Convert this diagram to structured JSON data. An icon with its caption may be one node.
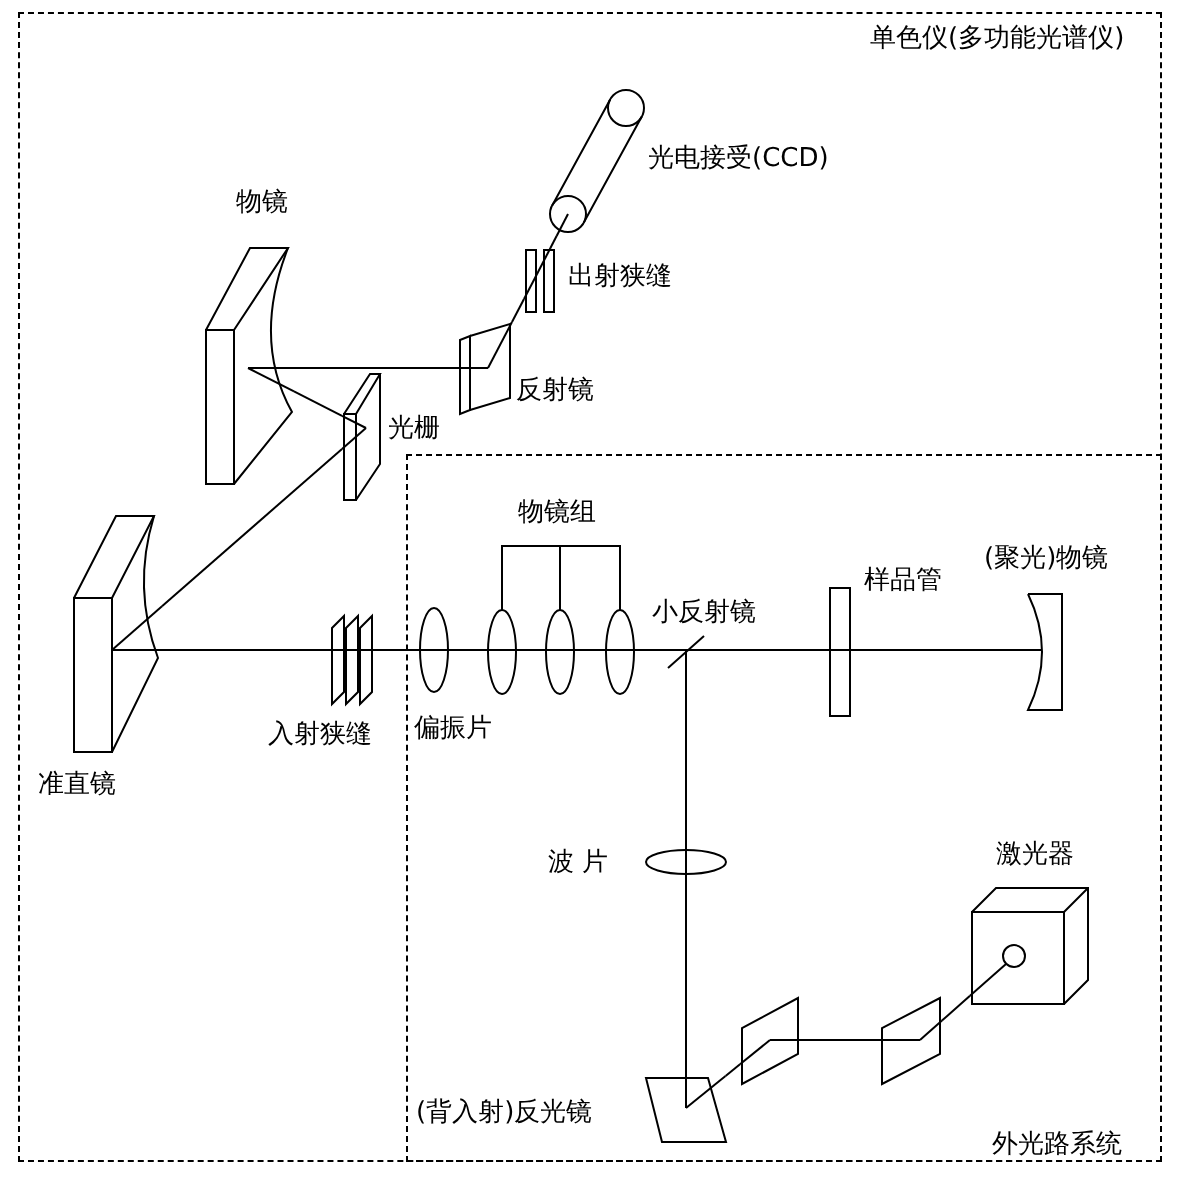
{
  "diagram": {
    "nodes": [
      {
        "text": [
          "单色仪(多功能光谱仪)"
        ]
      },
      {
        "text": [
          "光电接受(CCD)"
        ],
        "in": 0
      },
      {
        "text": [
          "物镜"
        ],
        "in": 0
      },
      {
        "text": [
          "出射狭缝"
        ],
        "in": 0
      },
      {
        "text": [
          "反射镜"
        ],
        "in": 0
      },
      {
        "text": [
          "光栅"
        ],
        "in": 0
      },
      {
        "text": [
          "外光路系统"
        ],
        "in": 0
      },
      {
        "text": [
          "物镜组"
        ],
        "in": 6
      },
      {
        "text": [
          "(聚光)物镜"
        ],
        "in": 6
      },
      {
        "text": [
          "样品管"
        ],
        "in": 6
      },
      {
        "text": [
          "小反射镜"
        ],
        "in": 6
      },
      {
        "text": [
          "准直镜"
        ],
        "in": 0
      },
      {
        "text": [
          "入射狭缝"
        ],
        "in": 0
      },
      {
        "text": [
          "偏振片"
        ],
        "in": 6
      },
      {
        "text": [
          "波 片"
        ],
        "in": 6
      },
      {
        "text": [
          "激光器"
        ],
        "in": 6
      },
      {
        "text": [],
        "shape": "parallelogram",
        "in": 6
      },
      {
        "text": [],
        "shape": "parallelogram",
        "in": 6
      },
      {
        "text": [
          "(背入射)反光镜"
        ],
        "in": 6
      }
    ],
    "edges": [
      {
        "from": 15,
        "to": 17,
        "arrow": "none"
      },
      {
        "from": 17,
        "to": 16,
        "arrow": "none"
      },
      {
        "from": 16,
        "to": 18,
        "arrow": "none"
      },
      {
        "from": 18,
        "to": 14,
        "arrow": "none"
      },
      {
        "from": 14,
        "to": 10,
        "arrow": "none"
      },
      {
        "from": 10,
        "to": 9,
        "arrow": "none"
      },
      {
        "from": 9,
        "to": 8,
        "arrow": "none"
      },
      {
        "from": 10,
        "to": 7,
        "arrow": "none"
      },
      {
        "from": 7,
        "to": 13,
        "arrow": "none"
      },
      {
        "from": 13,
        "to": 12,
        "arrow": "none"
      },
      {
        "from": 12,
        "to": 11,
        "arrow": "none"
      },
      {
        "from": 11,
        "to": 5,
        "arrow": "none"
      },
      {
        "from": 5,
        "to": 2,
        "arrow": "none"
      },
      {
        "from": 2,
        "to": 4,
        "arrow": "none"
      },
      {
        "from": 4,
        "to": 3,
        "arrow": "none"
      },
      {
        "from": 3,
        "to": 1,
        "arrow": "none"
      }
    ]
  }
}
